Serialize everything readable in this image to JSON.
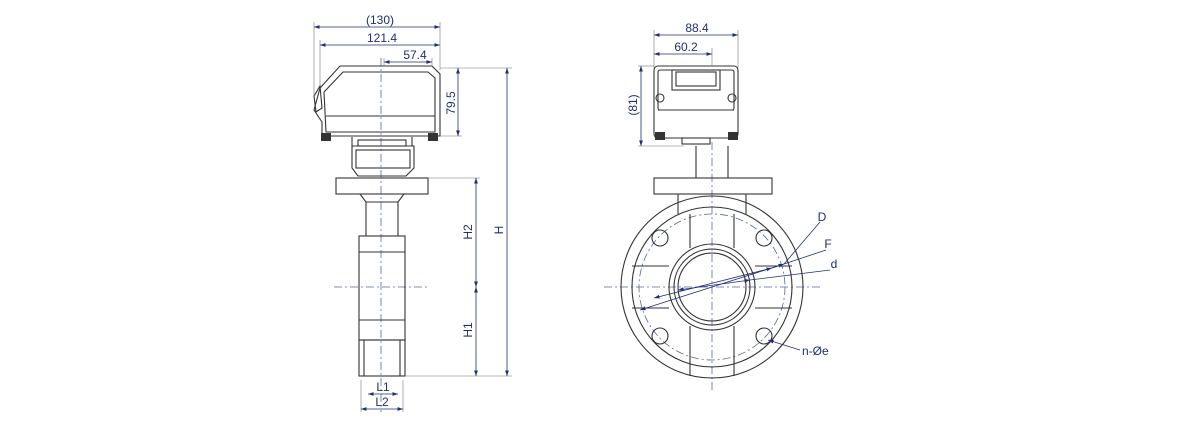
{
  "colors": {
    "outline": "#333333",
    "dimension": "#1f2f7a",
    "centerline": "#5566aa",
    "background": "#ffffff"
  },
  "side_view": {
    "dims": {
      "overall_width": "(130)",
      "width_121": "121.4",
      "width_57": "57.4",
      "actuator_height": "79.5",
      "h2": "H2",
      "h": "H",
      "h1": "H1",
      "l1": "L1",
      "l2": "L2"
    }
  },
  "front_view": {
    "dims": {
      "width_88": "88.4",
      "width_60": "60.2",
      "height_81": "(81)",
      "big_d": "D",
      "f": "F",
      "small_d": "d",
      "bolt_holes": "n-Øe"
    }
  }
}
